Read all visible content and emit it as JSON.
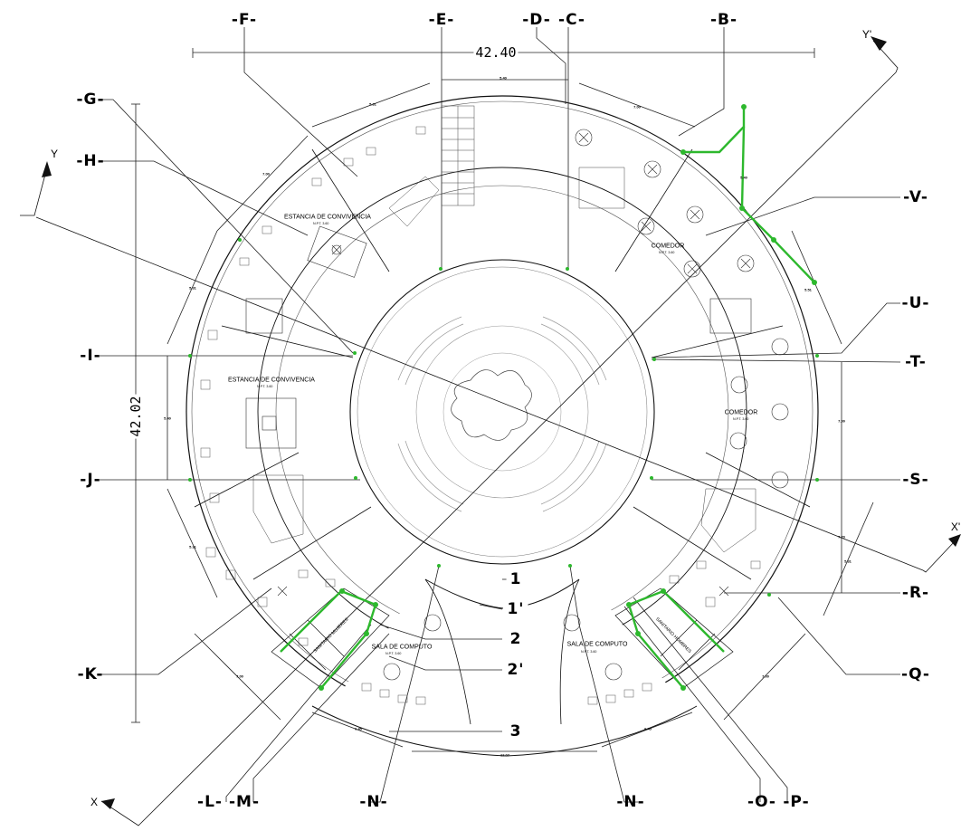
{
  "overall": {
    "width_dim": "42.40",
    "height_dim": "42.02",
    "bottom_dim": "12.07"
  },
  "axis_labels": {
    "F": "-F-",
    "E": "-E-",
    "D": "-D-",
    "C": "-C-",
    "B": "-B-",
    "G": "-G-",
    "H": "-H-",
    "I": "-I-",
    "J": "-J-",
    "K": "-K-",
    "V": "-V-",
    "U": "-U-",
    "T": "-T-",
    "S": "-S-",
    "R": "-R-",
    "Q": "-Q-",
    "L": "-L-",
    "M": "-M-",
    "N1": "-N-",
    "N2": "-N-",
    "O": "-O-",
    "P": "-P-",
    "r1": "1",
    "r1p": "1'",
    "r2": "2",
    "r2p": "2'",
    "r3": "3"
  },
  "xy_labels": {
    "Y": "Y",
    "Yp": "Y'",
    "X": "X",
    "Xp": "X'"
  },
  "dims": {
    "ed": "5.40",
    "fg": "5.31",
    "gh": "7.00",
    "hleft": "5.31",
    "ij": "5.40",
    "jleft": "5.31",
    "bc": "7.00",
    "ur": "5.40",
    "tv": "5.51",
    "st": "7.00",
    "rs": "7.70",
    "rq": "5.31",
    "km": "7.00",
    "mn": "6.45",
    "np": "6.45",
    "pq": "7.00"
  },
  "rooms": {
    "estancia1": "ESTANCIA DE CONVIVENCIA",
    "estancia2": "ESTANCIA DE CONVIVENCIA",
    "comedor1": "COMEDOR",
    "comedor2": "COMEDOR",
    "computo1": "SALA DE COMPUTO",
    "computo2": "SALA DE COMPUTO",
    "sanit_m": "SANITARIO MUJERES",
    "sanit_h": "SANITARIO HOMBRES"
  },
  "npt": "N.P.T. 3.60",
  "colors": {
    "line": "#111111",
    "thin": "#555555",
    "light": "#9a9a9a",
    "green": "#2db82d",
    "dim": "#222222"
  }
}
